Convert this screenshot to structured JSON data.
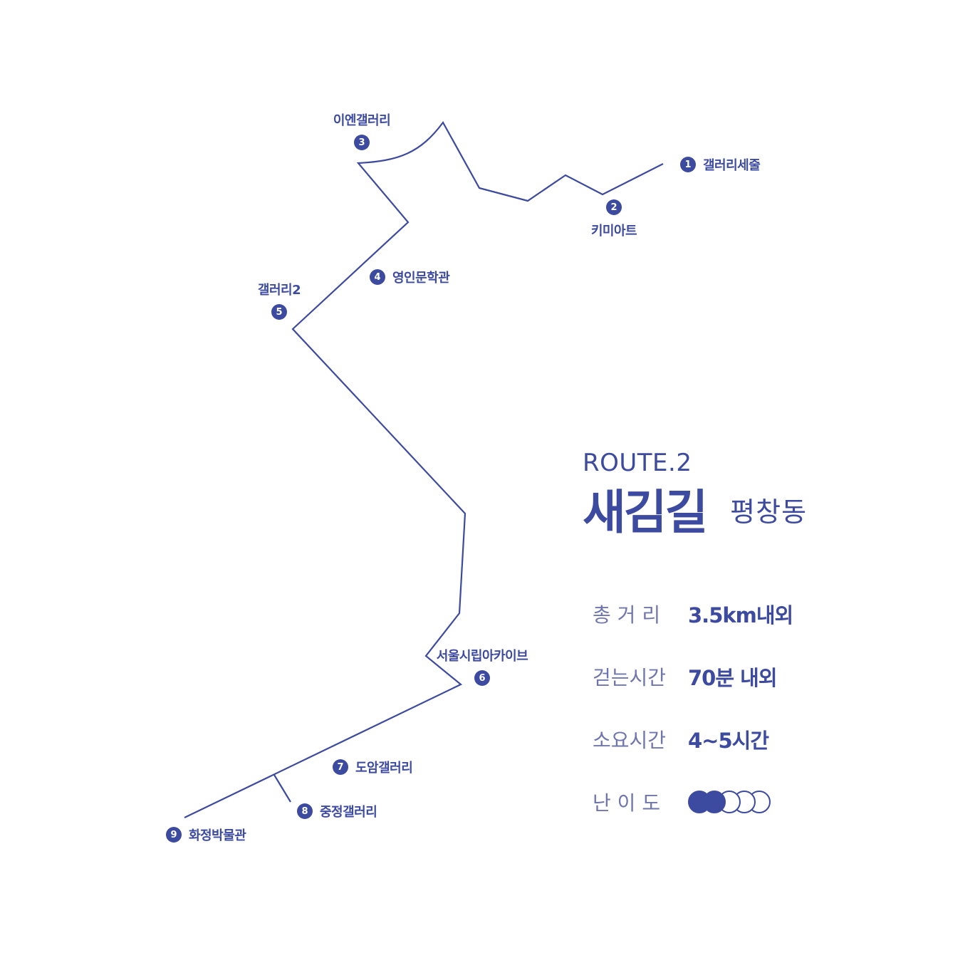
{
  "colors": {
    "accent": "#3c4aa0",
    "label_grey": "#6f76ad",
    "background": "#ffffff"
  },
  "route": {
    "label": "ROUTE.2",
    "name": "새김길",
    "district": "평창동"
  },
  "stops": [
    {
      "number": "1",
      "name": "갤러리세줄"
    },
    {
      "number": "2",
      "name": "키미아트"
    },
    {
      "number": "3",
      "name": "이엔갤러리"
    },
    {
      "number": "4",
      "name": "영인문학관"
    },
    {
      "number": "5",
      "name": "갤러리2"
    },
    {
      "number": "6",
      "name": "서울시립아카이브"
    },
    {
      "number": "7",
      "name": "도암갤러리"
    },
    {
      "number": "8",
      "name": "중정갤러리"
    },
    {
      "number": "9",
      "name": "화정박물관"
    }
  ],
  "stats": {
    "distance": {
      "label": "총 거 리",
      "value": "3.5km내외"
    },
    "walking_time": {
      "label": "걷는시간",
      "value": "70분 내외"
    },
    "total_time": {
      "label": "소요시간",
      "value": "4~5시간"
    },
    "difficulty": {
      "label": "난 이 도",
      "level": 2,
      "max": 5
    }
  }
}
